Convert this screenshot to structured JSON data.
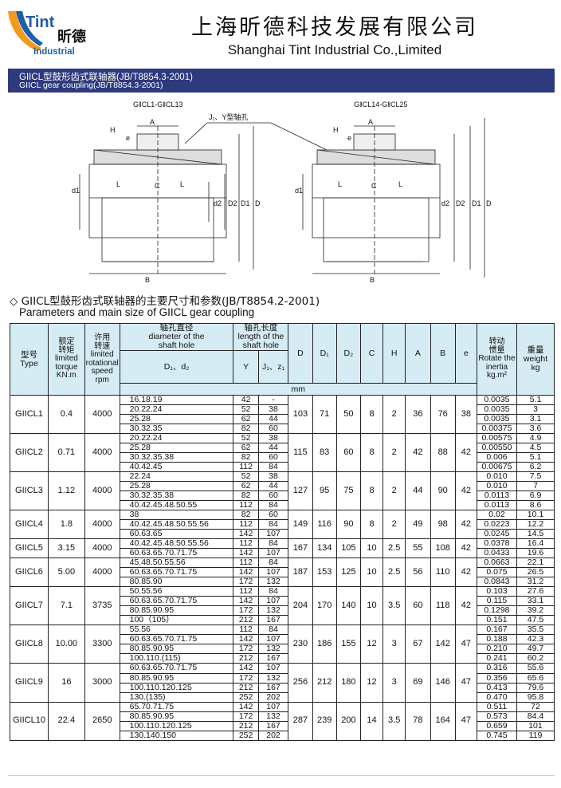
{
  "header": {
    "logo_top": "Tint",
    "logo_cn": "昕德",
    "logo_bottom": "Industrial",
    "company_cn": "上海昕德科技发展有限公司",
    "company_en": "Shanghai Tint Industrial Co.,Limited"
  },
  "banner": {
    "title_cn": "GIICL型鼓形齿式联轴器(JB/T8854.3-2001)",
    "title_en": "GIICL gear coupling(JB/T8854.3-2001)"
  },
  "drawings": {
    "left_title": "G‖CL1-G‖CL13",
    "right_title": "G‖CL14-G‖CL25",
    "callout": "J₁、Y型轴孔",
    "labels": {
      "A": "A",
      "H": "H",
      "e": "e",
      "L": "L",
      "C": "C",
      "B": "B",
      "d1": "d1",
      "d2": "d2",
      "D2": "D2",
      "D1": "D1",
      "D": "D"
    }
  },
  "section": {
    "title_cn": "◇ GIICL型鼓形齿式联轴器的主要尺寸和参数(JB/T8854.2-2001)",
    "title_en": "Parameters and main size of GIICL gear coupling"
  },
  "table": {
    "headers": {
      "type": [
        "型号",
        "Type"
      ],
      "torque": [
        "额定",
        "转矩",
        "limited",
        "torque",
        "KN.m"
      ],
      "speed": [
        "许用",
        "转速",
        "limited",
        "rotational",
        "speed",
        "rpm"
      ],
      "bore": [
        "轴孔直径",
        "diameter of the",
        "shaft hole"
      ],
      "length": [
        "轴孔长度",
        "length of the",
        "shaft  hole"
      ],
      "d1d2": "D₁、d₂",
      "Y": "Y",
      "J1Z1": "J₁、z₁",
      "D": "D",
      "D1": "D₁",
      "D2": "D₂",
      "C": "C",
      "H": "H",
      "A": "A",
      "B": "B",
      "e": "e",
      "inertia": [
        "转动",
        "惯量",
        "Rotate the",
        "inertia",
        "kg.m²"
      ],
      "weight": [
        "重量",
        "weight",
        "kg"
      ],
      "mm": "mm"
    },
    "groups": [
      {
        "type": "GIICL1",
        "torque": "0.4",
        "speed": "4000",
        "D": "103",
        "D1": "71",
        "D2": "50",
        "C": "8",
        "H": "2",
        "A": "36",
        "B": "76",
        "e": "38",
        "rows": [
          [
            "16.18.19",
            "42",
            "-",
            "0.0035",
            "5.1"
          ],
          [
            "20.22.24",
            "52",
            "38",
            "0.0035",
            "3"
          ],
          [
            "25.28",
            "62",
            "44",
            "0.0035",
            "3.1"
          ],
          [
            "30.32.35",
            "82",
            "60",
            "0.00375",
            "3.6"
          ]
        ]
      },
      {
        "type": "GIICL2",
        "torque": "0.71",
        "speed": "4000",
        "D": "115",
        "D1": "83",
        "D2": "60",
        "C": "8",
        "H": "2",
        "A": "42",
        "B": "88",
        "e": "42",
        "rows": [
          [
            "20.22.24",
            "52",
            "38",
            "0.00575",
            "4.9"
          ],
          [
            "25.28",
            "62",
            "44",
            "0.00550",
            "4.5"
          ],
          [
            "30.32.35.38",
            "82",
            "60",
            "0.006",
            "5.1"
          ],
          [
            "40.42.45",
            "112",
            "84",
            "0.00675",
            "6.2"
          ]
        ]
      },
      {
        "type": "GIICL3",
        "torque": "1.12",
        "speed": "4000",
        "D": "127",
        "D1": "95",
        "D2": "75",
        "C": "8",
        "H": "2",
        "A": "44",
        "B": "90",
        "e": "42",
        "rows": [
          [
            "22.24",
            "52",
            "38",
            "0.010",
            "7.5"
          ],
          [
            "25.28",
            "62",
            "44",
            "0.010",
            "7"
          ],
          [
            "30.32.35.38",
            "82",
            "60",
            "0.0113",
            "6.9"
          ],
          [
            "40.42.45.48.50.55",
            "112",
            "84",
            "0.0113",
            "8.6"
          ]
        ]
      },
      {
        "type": "GIICL4",
        "torque": "1.8",
        "speed": "4000",
        "D": "149",
        "D1": "116",
        "D2": "90",
        "C": "8",
        "H": "2",
        "A": "49",
        "B": "98",
        "e": "42",
        "rows": [
          [
            "38",
            "82",
            "60",
            "0.02",
            "10.1"
          ],
          [
            "40.42.45.48.50.55.56",
            "112",
            "84",
            "0.0223",
            "12.2"
          ],
          [
            "60.63.65",
            "142",
            "107",
            "0.0245",
            "14.5"
          ]
        ]
      },
      {
        "type": "GIICL5",
        "torque": "3.15",
        "speed": "4000",
        "D": "167",
        "D1": "134",
        "D2": "105",
        "C": "10",
        "H": "2.5",
        "A": "55",
        "B": "108",
        "e": "42",
        "rows": [
          [
            "40.42.45.48.50.55.56",
            "112",
            "84",
            "0.0378",
            "16.4"
          ],
          [
            "60.63.65.70.71.75",
            "142",
            "107",
            "0.0433",
            "19.6"
          ]
        ]
      },
      {
        "type": "GIICL6",
        "torque": "5.00",
        "speed": "4000",
        "D": "187",
        "D1": "153",
        "D2": "125",
        "C": "10",
        "H": "2.5",
        "A": "56",
        "B": "110",
        "e": "42",
        "rows": [
          [
            "45.48.50.55.56",
            "112",
            "84",
            "0.0663",
            "22.1"
          ],
          [
            "60.63.65.70.71.75",
            "142",
            "107",
            "0.075",
            "26.5"
          ],
          [
            "80.85.90",
            "172",
            "132",
            "0.0843",
            "31.2"
          ]
        ]
      },
      {
        "type": "GIICL7",
        "torque": "7.1",
        "speed": "3735",
        "D": "204",
        "D1": "170",
        "D2": "140",
        "C": "10",
        "H": "3.5",
        "A": "60",
        "B": "118",
        "e": "42",
        "rows": [
          [
            "50.55.56",
            "112",
            "84",
            "0.103",
            "27.6"
          ],
          [
            "60.63.65.70.71.75",
            "142",
            "107",
            "0.115",
            "33.1"
          ],
          [
            "80.85.90.95",
            "172",
            "132",
            "0.1298",
            "39.2"
          ],
          [
            "100（105）",
            "212",
            "167",
            "0.151",
            "47.5"
          ]
        ]
      },
      {
        "type": "GIICL8",
        "torque": "10.00",
        "speed": "3300",
        "D": "230",
        "D1": "186",
        "D2": "155",
        "C": "12",
        "H": "3",
        "A": "67",
        "B": "142",
        "e": "47",
        "rows": [
          [
            "55.56",
            "112",
            "84",
            "0.167",
            "35.5"
          ],
          [
            "60.63.65.70.71.75",
            "142",
            "107",
            "0.188",
            "42.3"
          ],
          [
            "80.85.90.95",
            "172",
            "132",
            "0.210",
            "49.7"
          ],
          [
            "100.110.(115)",
            "212",
            "167",
            "0.241",
            "60.2"
          ]
        ]
      },
      {
        "type": "GIICL9",
        "torque": "16",
        "speed": "3000",
        "D": "256",
        "D1": "212",
        "D2": "180",
        "C": "12",
        "H": "3",
        "A": "69",
        "B": "146",
        "e": "47",
        "rows": [
          [
            "60.63.65.70.71.75",
            "142",
            "107",
            "0.316",
            "55.6"
          ],
          [
            "80.85.90.95",
            "172",
            "132",
            "0.356",
            "65.6"
          ],
          [
            "100.110.120.125",
            "212",
            "167",
            "0.413",
            "79.6"
          ],
          [
            "130.(135)",
            "252",
            "202",
            "0.470",
            "95.8"
          ]
        ]
      },
      {
        "type": "GIICL10",
        "torque": "22.4",
        "speed": "2650",
        "D": "287",
        "D1": "239",
        "D2": "200",
        "C": "14",
        "H": "3.5",
        "A": "78",
        "B": "164",
        "e": "47",
        "rows": [
          [
            "65.70.71.75",
            "142",
            "107",
            "0.511",
            "72"
          ],
          [
            "80.85.90.95",
            "172",
            "132",
            "0.573",
            "84.4"
          ],
          [
            "100.110.120.125",
            "212",
            "167",
            "0.659",
            "101"
          ],
          [
            "130.140.150",
            "252",
            "202",
            "0.745",
            "119"
          ]
        ]
      }
    ]
  },
  "colors": {
    "banner": "#2d3a7e",
    "header_fill": "#d6ecf5",
    "logo_orange": "#f39a1e",
    "logo_blue": "#1f5fa8"
  }
}
